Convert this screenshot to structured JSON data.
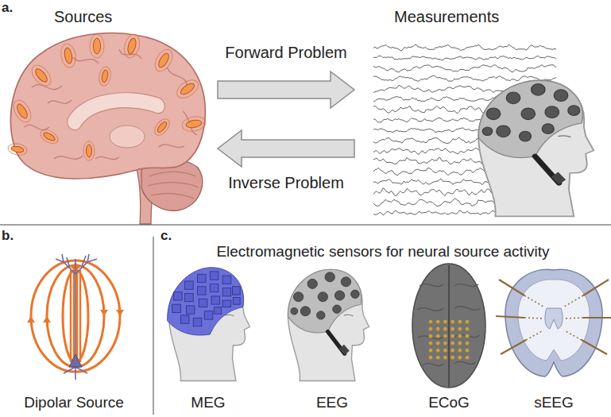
{
  "diagram": {
    "nodes": [
      {
        "text": [
          "Sources"
        ]
      },
      {
        "text": [
          "Measurements"
        ]
      }
    ],
    "edges": [
      {
        "from": 0,
        "to": 1,
        "arrow": "to",
        "label": "Forward Problem"
      },
      {
        "from": 1,
        "to": 0,
        "arrow": "to",
        "label": "Inverse Problem"
      }
    ],
    "labels": [
      "a.",
      "b.",
      "c.",
      "Electromagnetic sensors for neural source activity",
      "Dipolar Source",
      "MEG",
      "EEG",
      "ECoG",
      "sEEG"
    ]
  }
}
